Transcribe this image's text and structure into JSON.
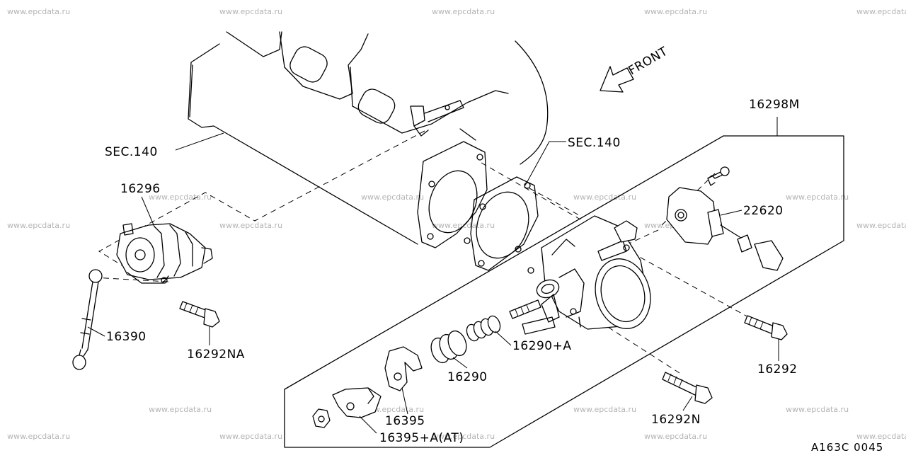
{
  "watermark": "www.epcdata.ru",
  "diagram_code": "A163C 0045",
  "front_label": "FRONT",
  "callouts": {
    "sec140_left": "SEC.140",
    "sec140_right": "SEC.140",
    "p16298M": "16298M",
    "p16296": "16296",
    "p22620": "22620",
    "p16390": "16390",
    "p16292NA": "16292NA",
    "p16290A": "16290+A",
    "p16290": "16290",
    "p16292": "16292",
    "p16395": "16395",
    "p16395AAT": "16395+A(AT)",
    "p16292N": "16292N"
  },
  "colors": {
    "line": "#000000",
    "watermark": "#b4b4b4",
    "background": "#ffffff"
  }
}
